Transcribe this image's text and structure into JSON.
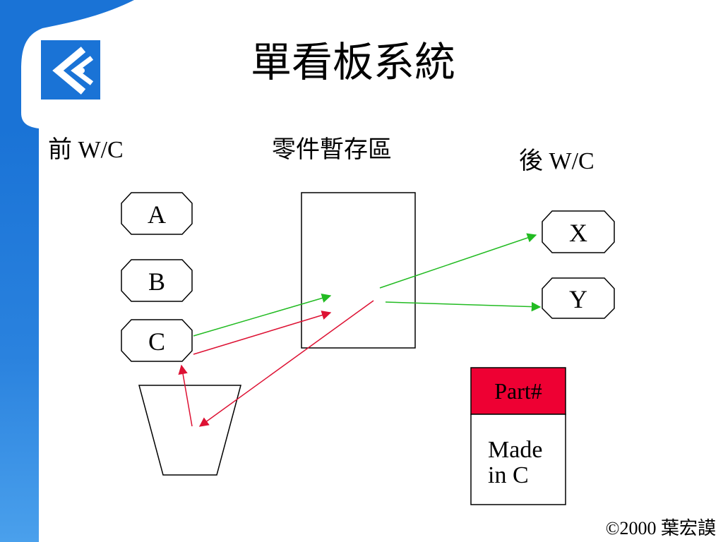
{
  "title": "單看板系統",
  "labels": {
    "front_wc": "前 W/C",
    "buffer": "零件暫存區",
    "back_wc": "後 W/C"
  },
  "front_nodes": [
    "A",
    "B",
    "C"
  ],
  "back_nodes": [
    "X",
    "Y"
  ],
  "kanban_card": {
    "header": "Part#",
    "body_line1": "Made",
    "body_line2": "in C"
  },
  "copyright": "©2000 葉宏謨",
  "colors": {
    "brand_blue": "#1a73d6",
    "card_header_red": "#ee0033",
    "flow_green": "#22bb22",
    "flow_red": "#dd1133"
  },
  "icons": {
    "logo": "double-chevron-logo-icon"
  }
}
